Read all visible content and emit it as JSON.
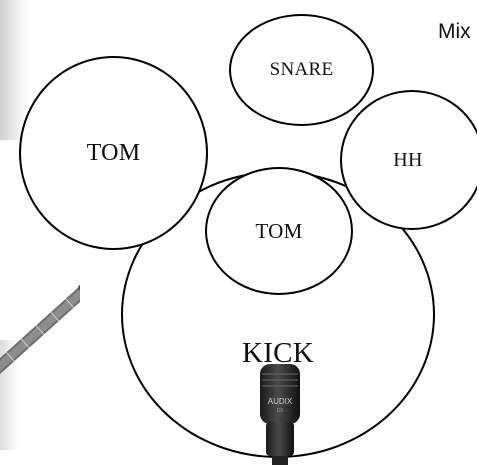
{
  "pads": {
    "kick": "KICK",
    "tom_left": "TOM",
    "snare": "SNARE",
    "hihat": "HH",
    "tom_center": "TOM"
  },
  "mixer": {
    "label": "Mix"
  },
  "mic": {
    "brand": "AUDIX",
    "model": "D6"
  },
  "icons": {
    "guitar": "guitar-neck-icon",
    "microphone": "kick-microphone-icon"
  }
}
